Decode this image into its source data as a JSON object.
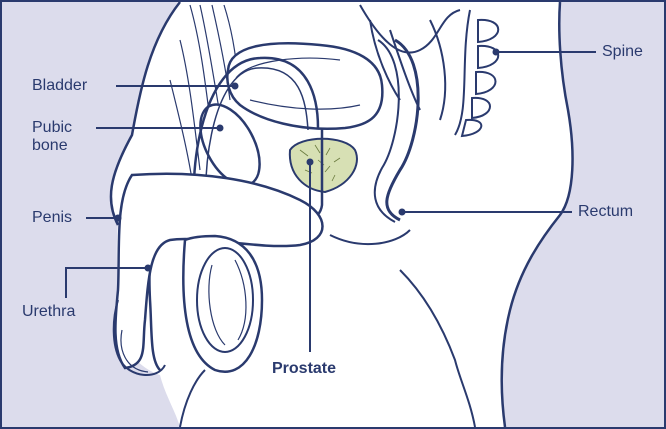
{
  "diagram": {
    "colors": {
      "line": "#2a3a6e",
      "background_panel": "#dcdcec",
      "body_fill": "#ffffff",
      "prostate_fill": "#d7e0b4"
    },
    "labels": {
      "bladder": "Bladder",
      "pubic_bone": "Pubic\nbone",
      "penis": "Penis",
      "urethra": "Urethra",
      "prostate": "Prostate",
      "spine": "Spine",
      "rectum": "Rectum"
    }
  }
}
